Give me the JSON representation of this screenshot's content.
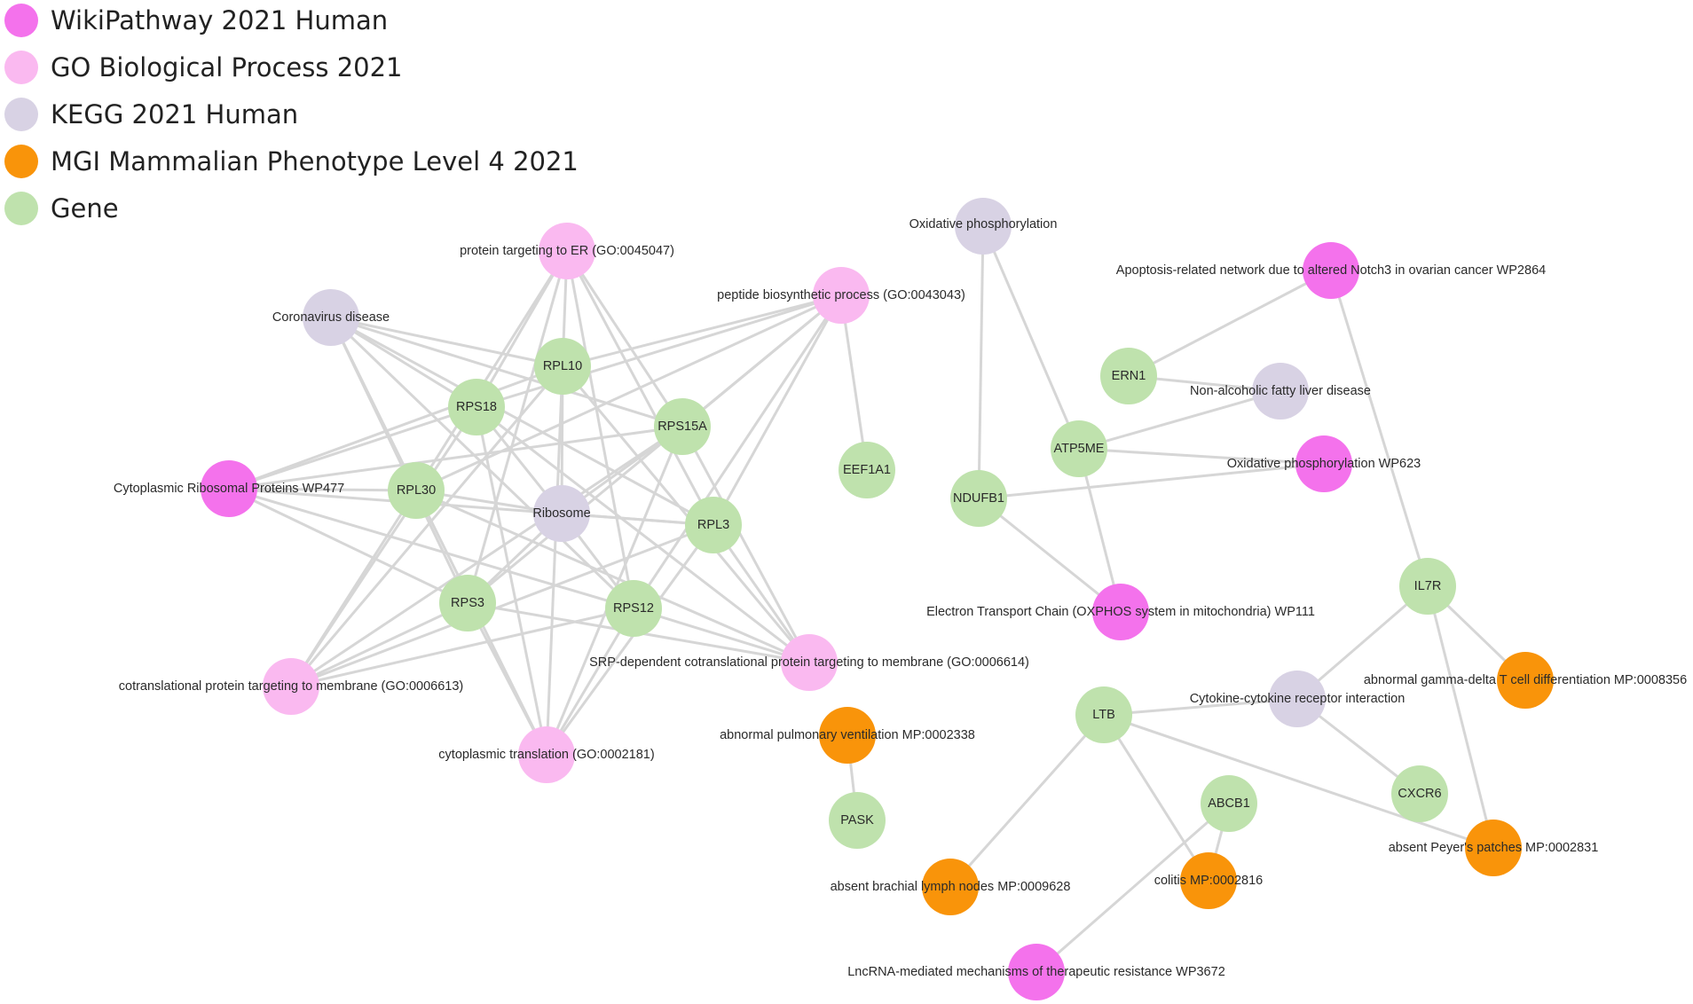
{
  "legend": [
    {
      "label": "WikiPathway 2021 Human",
      "color": "#f472ec"
    },
    {
      "label": "GO Biological Process 2021",
      "color": "#fab9f0"
    },
    {
      "label": "KEGG 2021 Human",
      "color": "#d8d2e4"
    },
    {
      "label": "MGI Mammalian Phenotype Level 4 2021",
      "color": "#f9940a"
    },
    {
      "label": "Gene",
      "color": "#bfe2ad"
    }
  ],
  "nodes": [
    {
      "id": "protein-targeting-er",
      "label": "protein targeting to ER (GO:0045047)",
      "category": 1
    },
    {
      "id": "peptide-biosynthetic",
      "label": "peptide biosynthetic process (GO:0043043)",
      "category": 1
    },
    {
      "id": "coronavirus-disease",
      "label": "Coronavirus disease",
      "category": 2
    },
    {
      "id": "rpl10",
      "label": "RPL10",
      "category": 4
    },
    {
      "id": "rps18",
      "label": "RPS18",
      "category": 4
    },
    {
      "id": "rps15a",
      "label": "RPS15A",
      "category": 4
    },
    {
      "id": "eef1a1",
      "label": "EEF1A1",
      "category": 4
    },
    {
      "id": "cytoplasmic-ribosomal",
      "label": "Cytoplasmic Ribosomal Proteins WP477",
      "category": 0
    },
    {
      "id": "rpl30",
      "label": "RPL30",
      "category": 4
    },
    {
      "id": "ribosome",
      "label": "Ribosome",
      "category": 2
    },
    {
      "id": "rpl3",
      "label": "RPL3",
      "category": 4
    },
    {
      "id": "rps3",
      "label": "RPS3",
      "category": 4
    },
    {
      "id": "rps12",
      "label": "RPS12",
      "category": 4
    },
    {
      "id": "srp-dependent",
      "label": "SRP-dependent cotranslational protein targeting to membrane (GO:0006614)",
      "category": 1
    },
    {
      "id": "cotranslational",
      "label": "cotranslational protein targeting to membrane (GO:0006613)",
      "category": 1
    },
    {
      "id": "cytoplasmic-translation",
      "label": "cytoplasmic translation (GO:0002181)",
      "category": 1
    },
    {
      "id": "abnormal-pulmonary",
      "label": "abnormal pulmonary ventilation MP:0002338",
      "category": 3
    },
    {
      "id": "pask",
      "label": "PASK",
      "category": 4
    },
    {
      "id": "oxidative-phosphorylation-kegg",
      "label": "Oxidative phosphorylation",
      "category": 2
    },
    {
      "id": "apoptosis-notch3",
      "label": "Apoptosis-related network due to altered Notch3 in ovarian cancer WP2864",
      "category": 0
    },
    {
      "id": "ern1",
      "label": "ERN1",
      "category": 4
    },
    {
      "id": "nafld",
      "label": "Non-alcoholic fatty liver disease",
      "category": 2
    },
    {
      "id": "atp5me",
      "label": "ATP5ME",
      "category": 4
    },
    {
      "id": "oxidative-phosphorylation-wp",
      "label": "Oxidative phosphorylation WP623",
      "category": 0
    },
    {
      "id": "ndufb1",
      "label": "NDUFB1",
      "category": 4
    },
    {
      "id": "etc-oxphos",
      "label": "Electron Transport Chain (OXPHOS system in mitochondria) WP111",
      "category": 0
    },
    {
      "id": "il7r",
      "label": "IL7R",
      "category": 4
    },
    {
      "id": "gamma-delta-t",
      "label": "abnormal gamma-delta T cell differentiation MP:0008356",
      "category": 3
    },
    {
      "id": "cytokine-receptor",
      "label": "Cytokine-cytokine receptor interaction",
      "category": 2
    },
    {
      "id": "ltb",
      "label": "LTB",
      "category": 4
    },
    {
      "id": "abcb1",
      "label": "ABCB1",
      "category": 4
    },
    {
      "id": "cxcr6",
      "label": "CXCR6",
      "category": 4
    },
    {
      "id": "absent-peyers",
      "label": "absent Peyer's patches MP:0002831",
      "category": 3
    },
    {
      "id": "absent-brachial",
      "label": "absent brachial lymph nodes MP:0009628",
      "category": 3
    },
    {
      "id": "colitis",
      "label": "colitis MP:0002816",
      "category": 3
    },
    {
      "id": "lncrna",
      "label": "LncRNA-mediated mechanisms of therapeutic resistance WP3672",
      "category": 0
    }
  ],
  "edges": [
    [
      "protein-targeting-er",
      "rpl10"
    ],
    [
      "protein-targeting-er",
      "rps18"
    ],
    [
      "protein-targeting-er",
      "rps15a"
    ],
    [
      "protein-targeting-er",
      "rpl30"
    ],
    [
      "protein-targeting-er",
      "rpl3"
    ],
    [
      "protein-targeting-er",
      "rps3"
    ],
    [
      "protein-targeting-er",
      "rps12"
    ],
    [
      "peptide-biosynthetic",
      "rpl10"
    ],
    [
      "peptide-biosynthetic",
      "rps18"
    ],
    [
      "peptide-biosynthetic",
      "rps15a"
    ],
    [
      "peptide-biosynthetic",
      "rpl30"
    ],
    [
      "peptide-biosynthetic",
      "rpl3"
    ],
    [
      "peptide-biosynthetic",
      "rps3"
    ],
    [
      "peptide-biosynthetic",
      "rps12"
    ],
    [
      "peptide-biosynthetic",
      "eef1a1"
    ],
    [
      "coronavirus-disease",
      "rpl10"
    ],
    [
      "coronavirus-disease",
      "rps18"
    ],
    [
      "coronavirus-disease",
      "rps15a"
    ],
    [
      "coronavirus-disease",
      "rpl30"
    ],
    [
      "coronavirus-disease",
      "rpl3"
    ],
    [
      "coronavirus-disease",
      "rps3"
    ],
    [
      "coronavirus-disease",
      "rps12"
    ],
    [
      "cytoplasmic-ribosomal",
      "rpl10"
    ],
    [
      "cytoplasmic-ribosomal",
      "rps18"
    ],
    [
      "cytoplasmic-ribosomal",
      "rps15a"
    ],
    [
      "cytoplasmic-ribosomal",
      "rpl30"
    ],
    [
      "cytoplasmic-ribosomal",
      "rpl3"
    ],
    [
      "cytoplasmic-ribosomal",
      "rps3"
    ],
    [
      "cytoplasmic-ribosomal",
      "rps12"
    ],
    [
      "ribosome",
      "rpl10"
    ],
    [
      "ribosome",
      "rps18"
    ],
    [
      "ribosome",
      "rps15a"
    ],
    [
      "ribosome",
      "rpl30"
    ],
    [
      "ribosome",
      "rpl3"
    ],
    [
      "ribosome",
      "rps3"
    ],
    [
      "ribosome",
      "rps12"
    ],
    [
      "srp-dependent",
      "rpl10"
    ],
    [
      "srp-dependent",
      "rps18"
    ],
    [
      "srp-dependent",
      "rps15a"
    ],
    [
      "srp-dependent",
      "rpl30"
    ],
    [
      "srp-dependent",
      "rpl3"
    ],
    [
      "srp-dependent",
      "rps3"
    ],
    [
      "srp-dependent",
      "rps12"
    ],
    [
      "cotranslational",
      "rpl10"
    ],
    [
      "cotranslational",
      "rps18"
    ],
    [
      "cotranslational",
      "rps15a"
    ],
    [
      "cotranslational",
      "rpl30"
    ],
    [
      "cotranslational",
      "rpl3"
    ],
    [
      "cotranslational",
      "rps3"
    ],
    [
      "cotranslational",
      "rps12"
    ],
    [
      "cytoplasmic-translation",
      "rpl10"
    ],
    [
      "cytoplasmic-translation",
      "rps18"
    ],
    [
      "cytoplasmic-translation",
      "rps15a"
    ],
    [
      "cytoplasmic-translation",
      "rpl30"
    ],
    [
      "cytoplasmic-translation",
      "rpl3"
    ],
    [
      "cytoplasmic-translation",
      "rps3"
    ],
    [
      "cytoplasmic-translation",
      "rps12"
    ],
    [
      "abnormal-pulmonary",
      "pask"
    ],
    [
      "oxidative-phosphorylation-kegg",
      "ndufb1"
    ],
    [
      "oxidative-phosphorylation-kegg",
      "atp5me"
    ],
    [
      "oxidative-phosphorylation-wp",
      "ndufb1"
    ],
    [
      "oxidative-phosphorylation-wp",
      "atp5me"
    ],
    [
      "etc-oxphos",
      "ndufb1"
    ],
    [
      "etc-oxphos",
      "atp5me"
    ],
    [
      "nafld",
      "atp5me"
    ],
    [
      "nafld",
      "ern1"
    ],
    [
      "apoptosis-notch3",
      "ern1"
    ],
    [
      "apoptosis-notch3",
      "il7r"
    ],
    [
      "il7r",
      "gamma-delta-t"
    ],
    [
      "il7r",
      "absent-peyers"
    ],
    [
      "il7r",
      "cytokine-receptor"
    ],
    [
      "cytokine-receptor",
      "ltb"
    ],
    [
      "cytokine-receptor",
      "cxcr6"
    ],
    [
      "ltb",
      "absent-peyers"
    ],
    [
      "ltb",
      "absent-brachial"
    ],
    [
      "ltb",
      "colitis"
    ],
    [
      "abcb1",
      "colitis"
    ],
    [
      "abcb1",
      "lncrna"
    ]
  ]
}
